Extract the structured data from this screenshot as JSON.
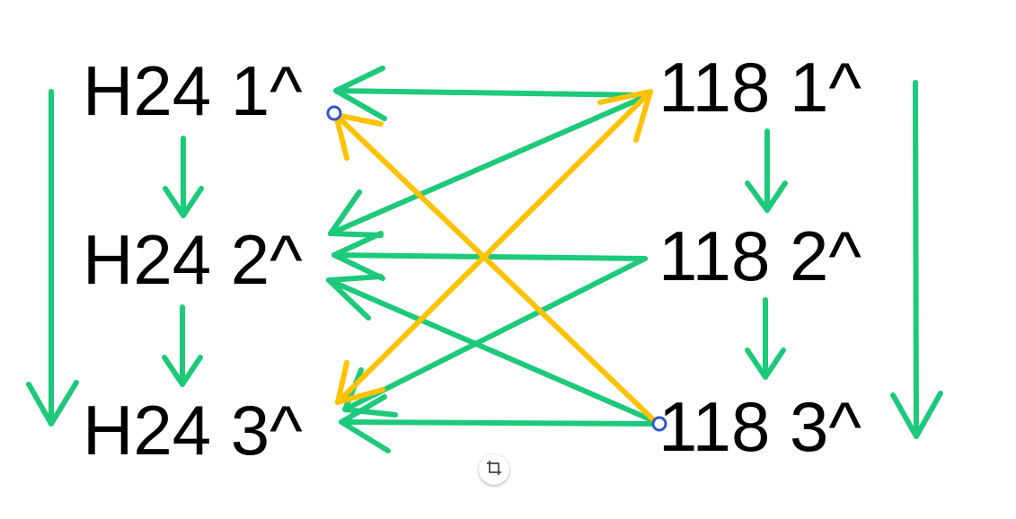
{
  "labels": {
    "h24_1": "H24 1^",
    "h24_2": "H24 2^",
    "h24_3": "H24 3^",
    "r118_1": "118 1^",
    "r118_2": "118 2^",
    "r118_3": "118 3^"
  },
  "colors": {
    "green": "#1DC97A",
    "yellow": "#FFC200",
    "handle": "#3355CC",
    "text": "#000000"
  },
  "icons": {
    "crop_button": "crop-frame-icon"
  }
}
